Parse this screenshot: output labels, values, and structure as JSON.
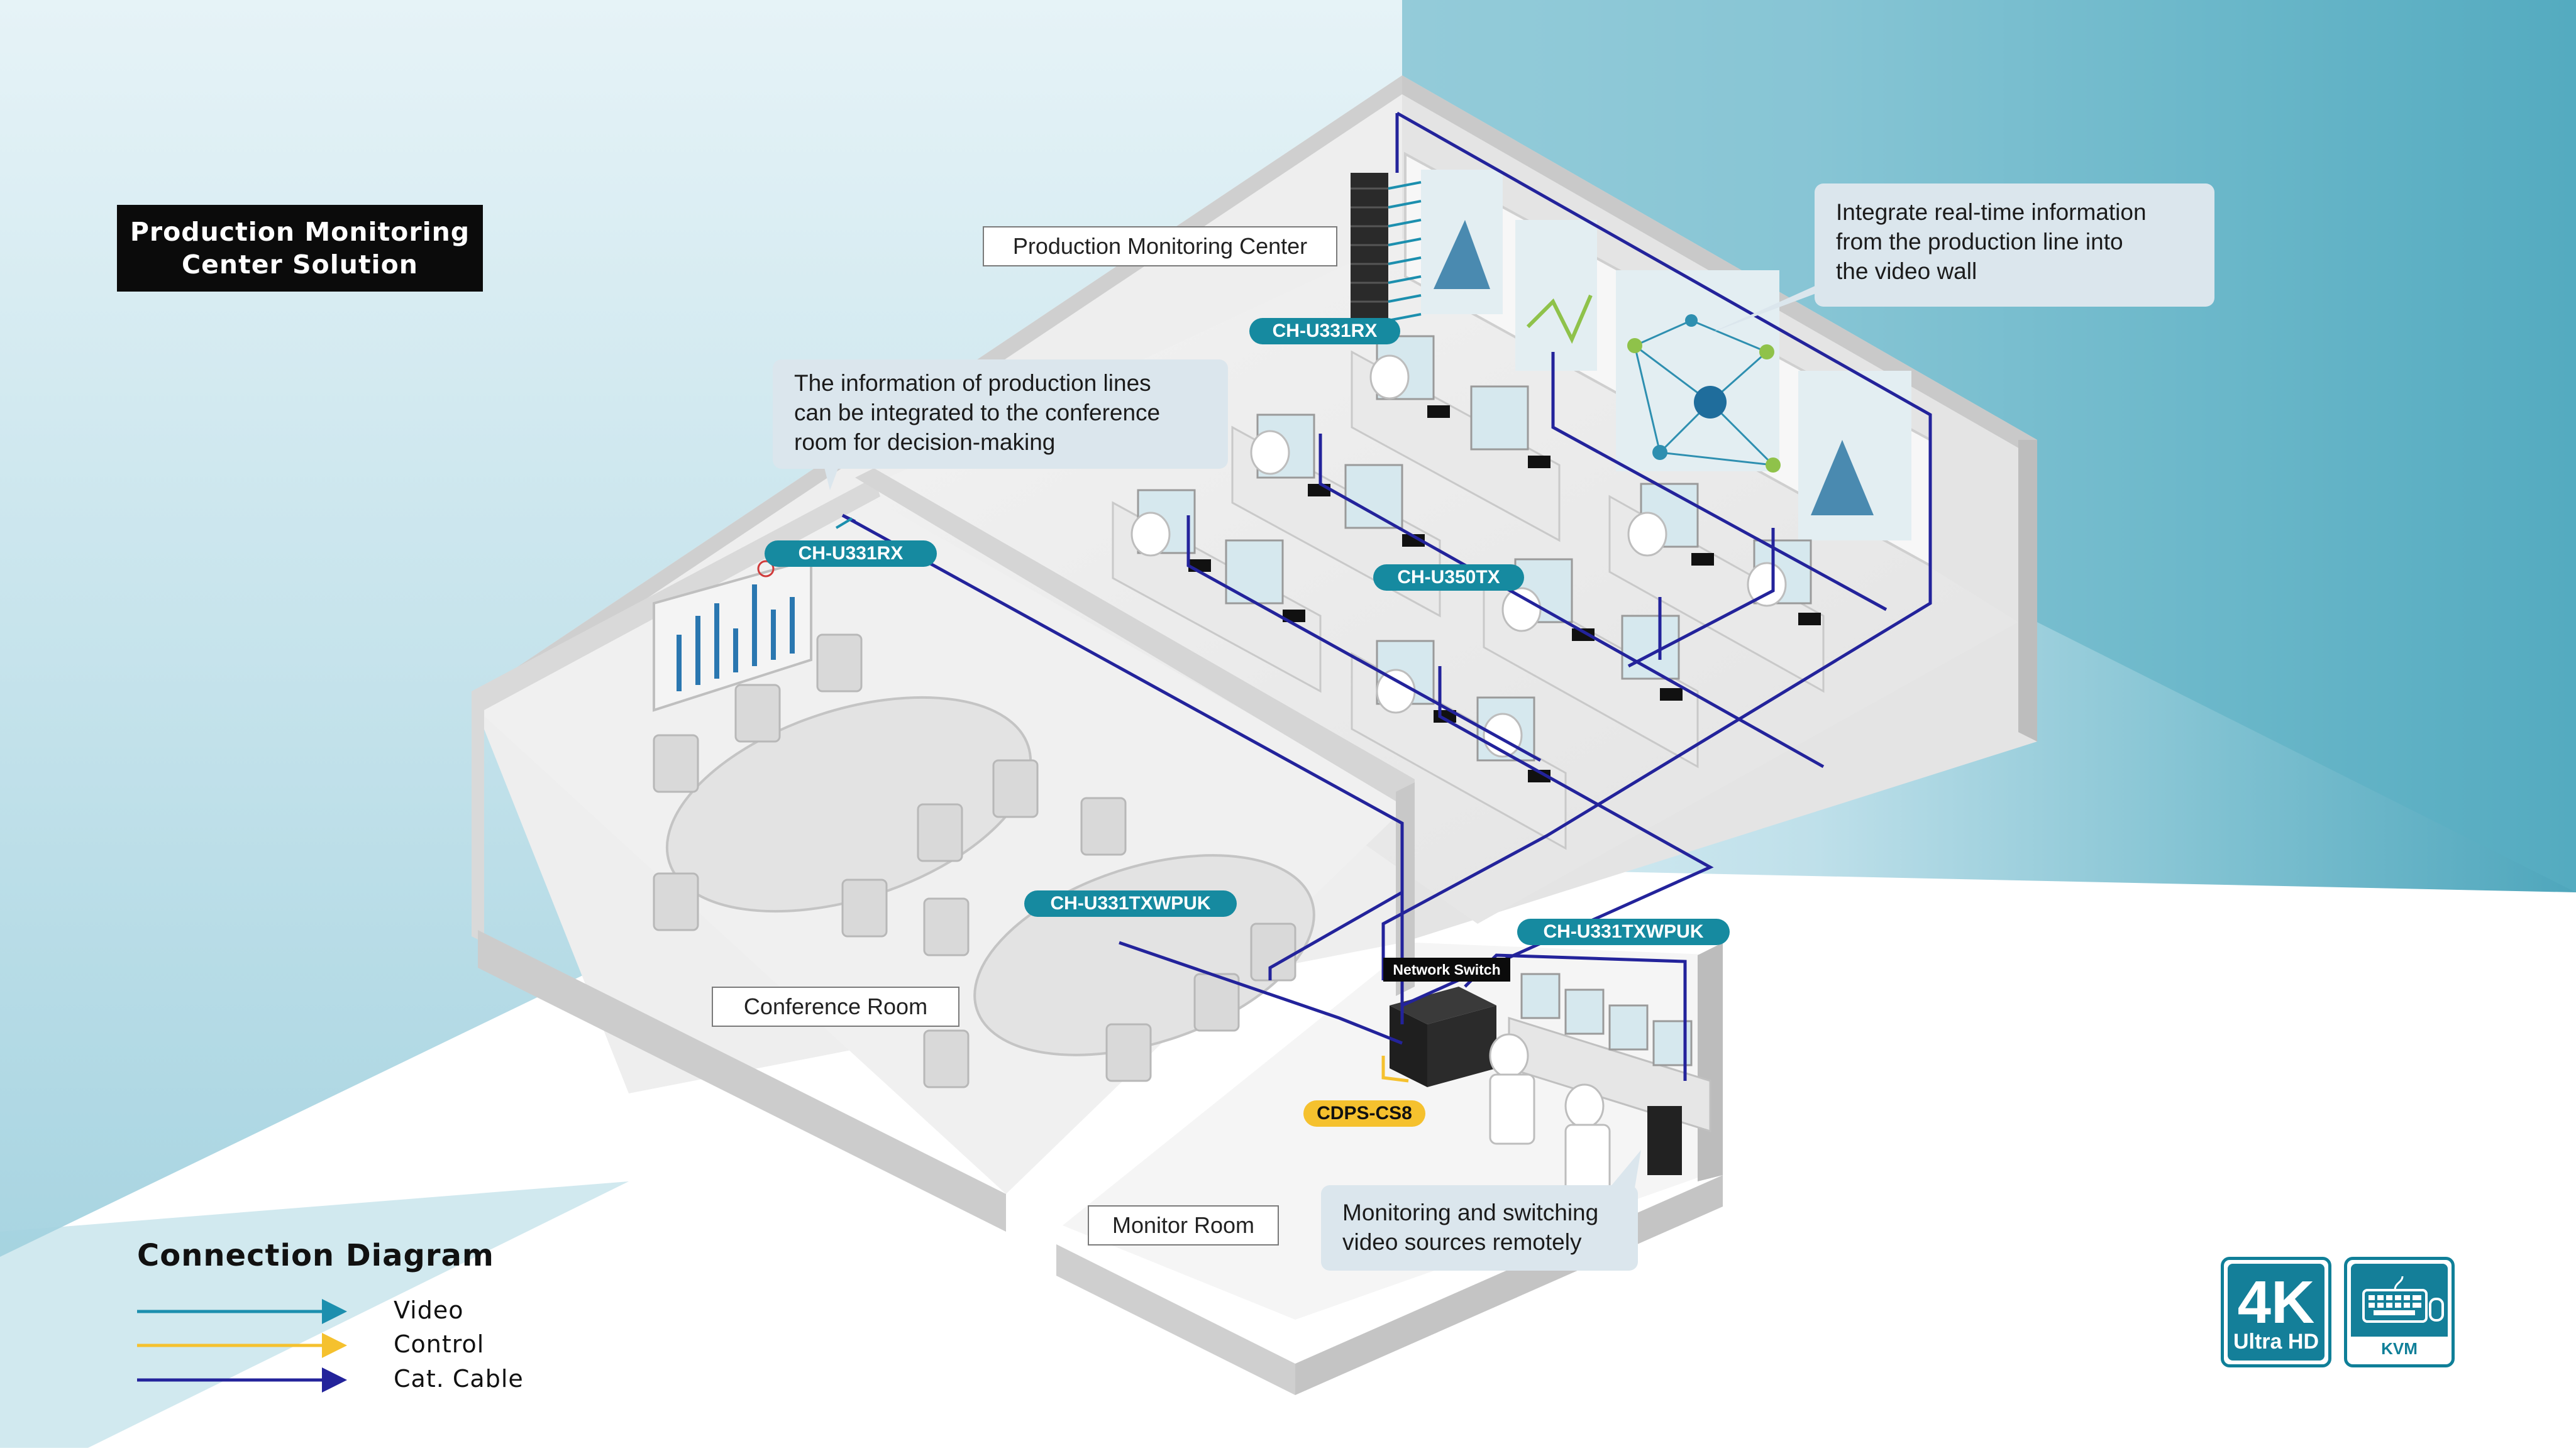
{
  "title": {
    "line1": "Production Monitoring",
    "line2": "Center Solution"
  },
  "rooms": {
    "production": "Production Monitoring Center",
    "conference": "Conference Room",
    "monitor": "Monitor Room"
  },
  "callouts": {
    "realtime": {
      "line1": "Integrate real-time information",
      "line2": "from the production line into",
      "line3": "the video wall"
    },
    "conference_info": {
      "line1": "The information of production lines",
      "line2": "can be integrated to the conference",
      "line3": "room for decision-making"
    },
    "monitoring": {
      "line1": "Monitoring and switching",
      "line2": "video sources remotely"
    }
  },
  "devices": {
    "rx_top": "CH-U331RX",
    "rx_conf": "CH-U331RX",
    "tx_350": "CH-U350TX",
    "txwpuk_conf": "CH-U331TXWPUK",
    "txwpuk_mon": "CH-U331TXWPUK",
    "control": "CDPS-CS8",
    "network_switch": "Network Switch"
  },
  "legend": {
    "title": "Connection Diagram",
    "items": [
      {
        "label": "Video",
        "color": "#1c8fae"
      },
      {
        "label": "Control",
        "color": "#f5c12e"
      },
      {
        "label": "Cat. Cable",
        "color": "#23239b"
      }
    ]
  },
  "badges": {
    "uhd_big": "4K",
    "uhd_small": "Ultra HD",
    "kvm": "KVM"
  },
  "colors": {
    "cat_cable": "#23239b",
    "video": "#1c8fae",
    "control": "#f5c12e",
    "accent": "#168aa0"
  }
}
